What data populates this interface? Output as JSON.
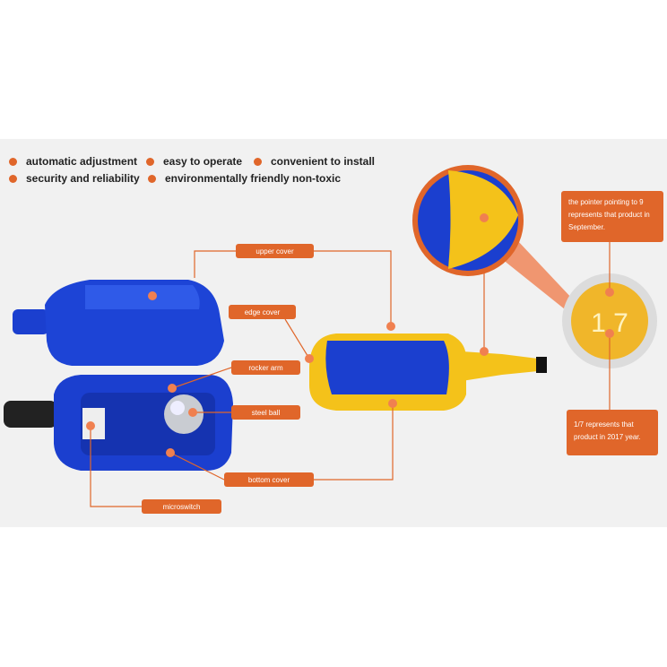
{
  "features": [
    "automatic adjustment",
    "easy to operate",
    "convenient to install",
    "security and reliability",
    "environmentally friendly non-toxic"
  ],
  "labels": {
    "upper_cover": "upper cover",
    "edge_cover": "edge cover",
    "rocker_arm": "rocker arm",
    "steel_ball": "steel ball",
    "bottom_cover": "bottom cover",
    "microswitch": "microswitch"
  },
  "notes": {
    "month": "the pointer pointing to 9 represents that product in September.",
    "year": "1/7 represents that product in 2017 year."
  },
  "dial_text": "1 7",
  "colors": {
    "accent": "#e0662a",
    "blue": "#1b3fcf",
    "yellow": "#f4c21a"
  }
}
